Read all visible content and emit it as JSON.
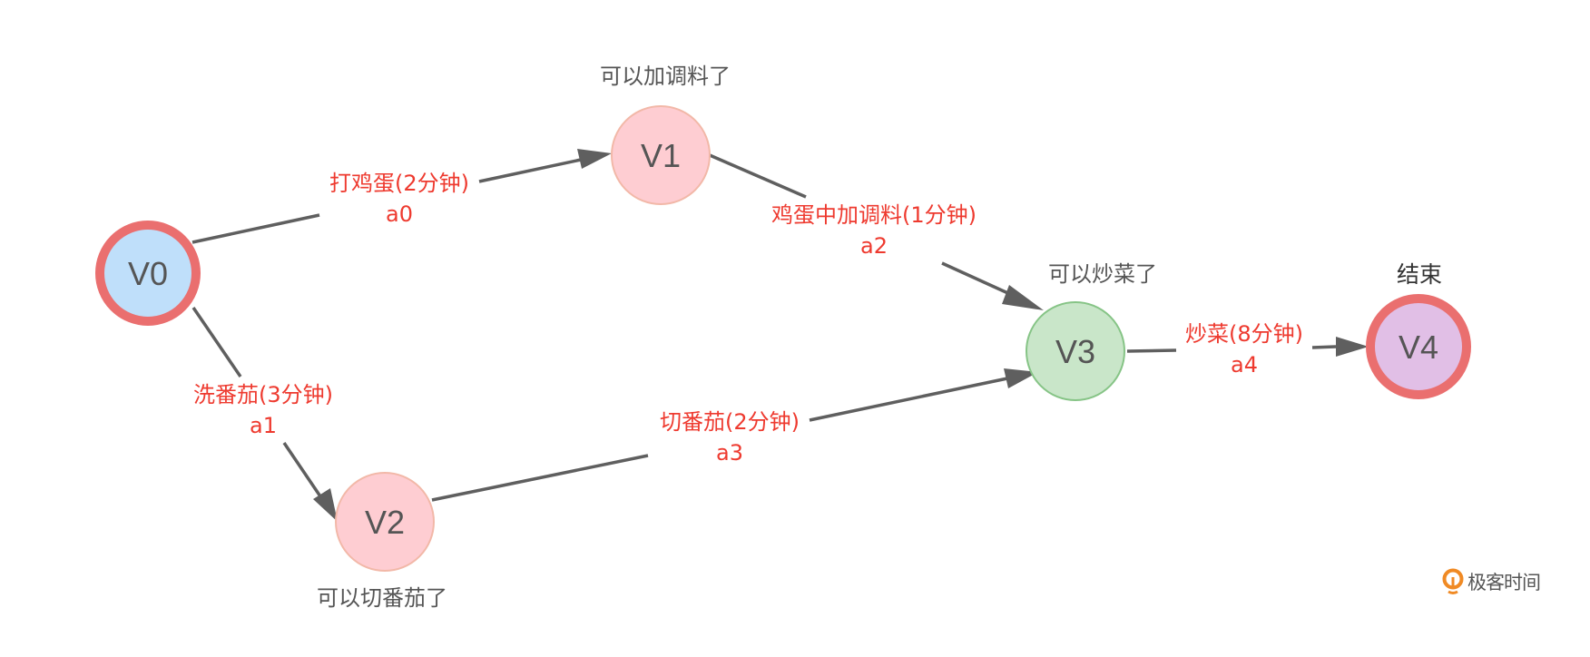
{
  "diagram": {
    "nodes": [
      {
        "id": "V0",
        "label": "V0",
        "caption": "",
        "fill": "#bfdffa",
        "stroke": "#ea6f6f",
        "thick": true
      },
      {
        "id": "V1",
        "label": "V1",
        "caption": "可以加调料了",
        "fill": "#fecdd2",
        "stroke": "#f2b8a8",
        "thick": false
      },
      {
        "id": "V2",
        "label": "V2",
        "caption": "可以切番茄了",
        "fill": "#fecdd2",
        "stroke": "#f2b8a8",
        "thick": false
      },
      {
        "id": "V3",
        "label": "V3",
        "caption": "可以炒菜了",
        "fill": "#c9e6c9",
        "stroke": "#86c486",
        "thick": false
      },
      {
        "id": "V4",
        "label": "V4",
        "caption": "结束",
        "fill": "#e1bfe6",
        "stroke": "#ea6f6f",
        "thick": true
      }
    ],
    "edges": [
      {
        "from": "V0",
        "to": "V1",
        "activity": "打鸡蛋(2分钟)",
        "name": "a0",
        "minutes": 2
      },
      {
        "from": "V0",
        "to": "V2",
        "activity": "洗番茄(3分钟)",
        "name": "a1",
        "minutes": 3
      },
      {
        "from": "V1",
        "to": "V3",
        "activity": "鸡蛋中加调料(1分钟)",
        "name": "a2",
        "minutes": 1
      },
      {
        "from": "V2",
        "to": "V3",
        "activity": "切番茄(2分钟)",
        "name": "a3",
        "minutes": 2
      },
      {
        "from": "V3",
        "to": "V4",
        "activity": "炒菜(8分钟)",
        "name": "a4",
        "minutes": 8
      }
    ],
    "colors": {
      "edge": "#5f5f5f",
      "edge_label": "#ee3a2f",
      "node_text": "#555555"
    }
  },
  "watermark": {
    "text": "极客时间",
    "icon": "geektime-logo-icon",
    "color": "#f08a24"
  }
}
